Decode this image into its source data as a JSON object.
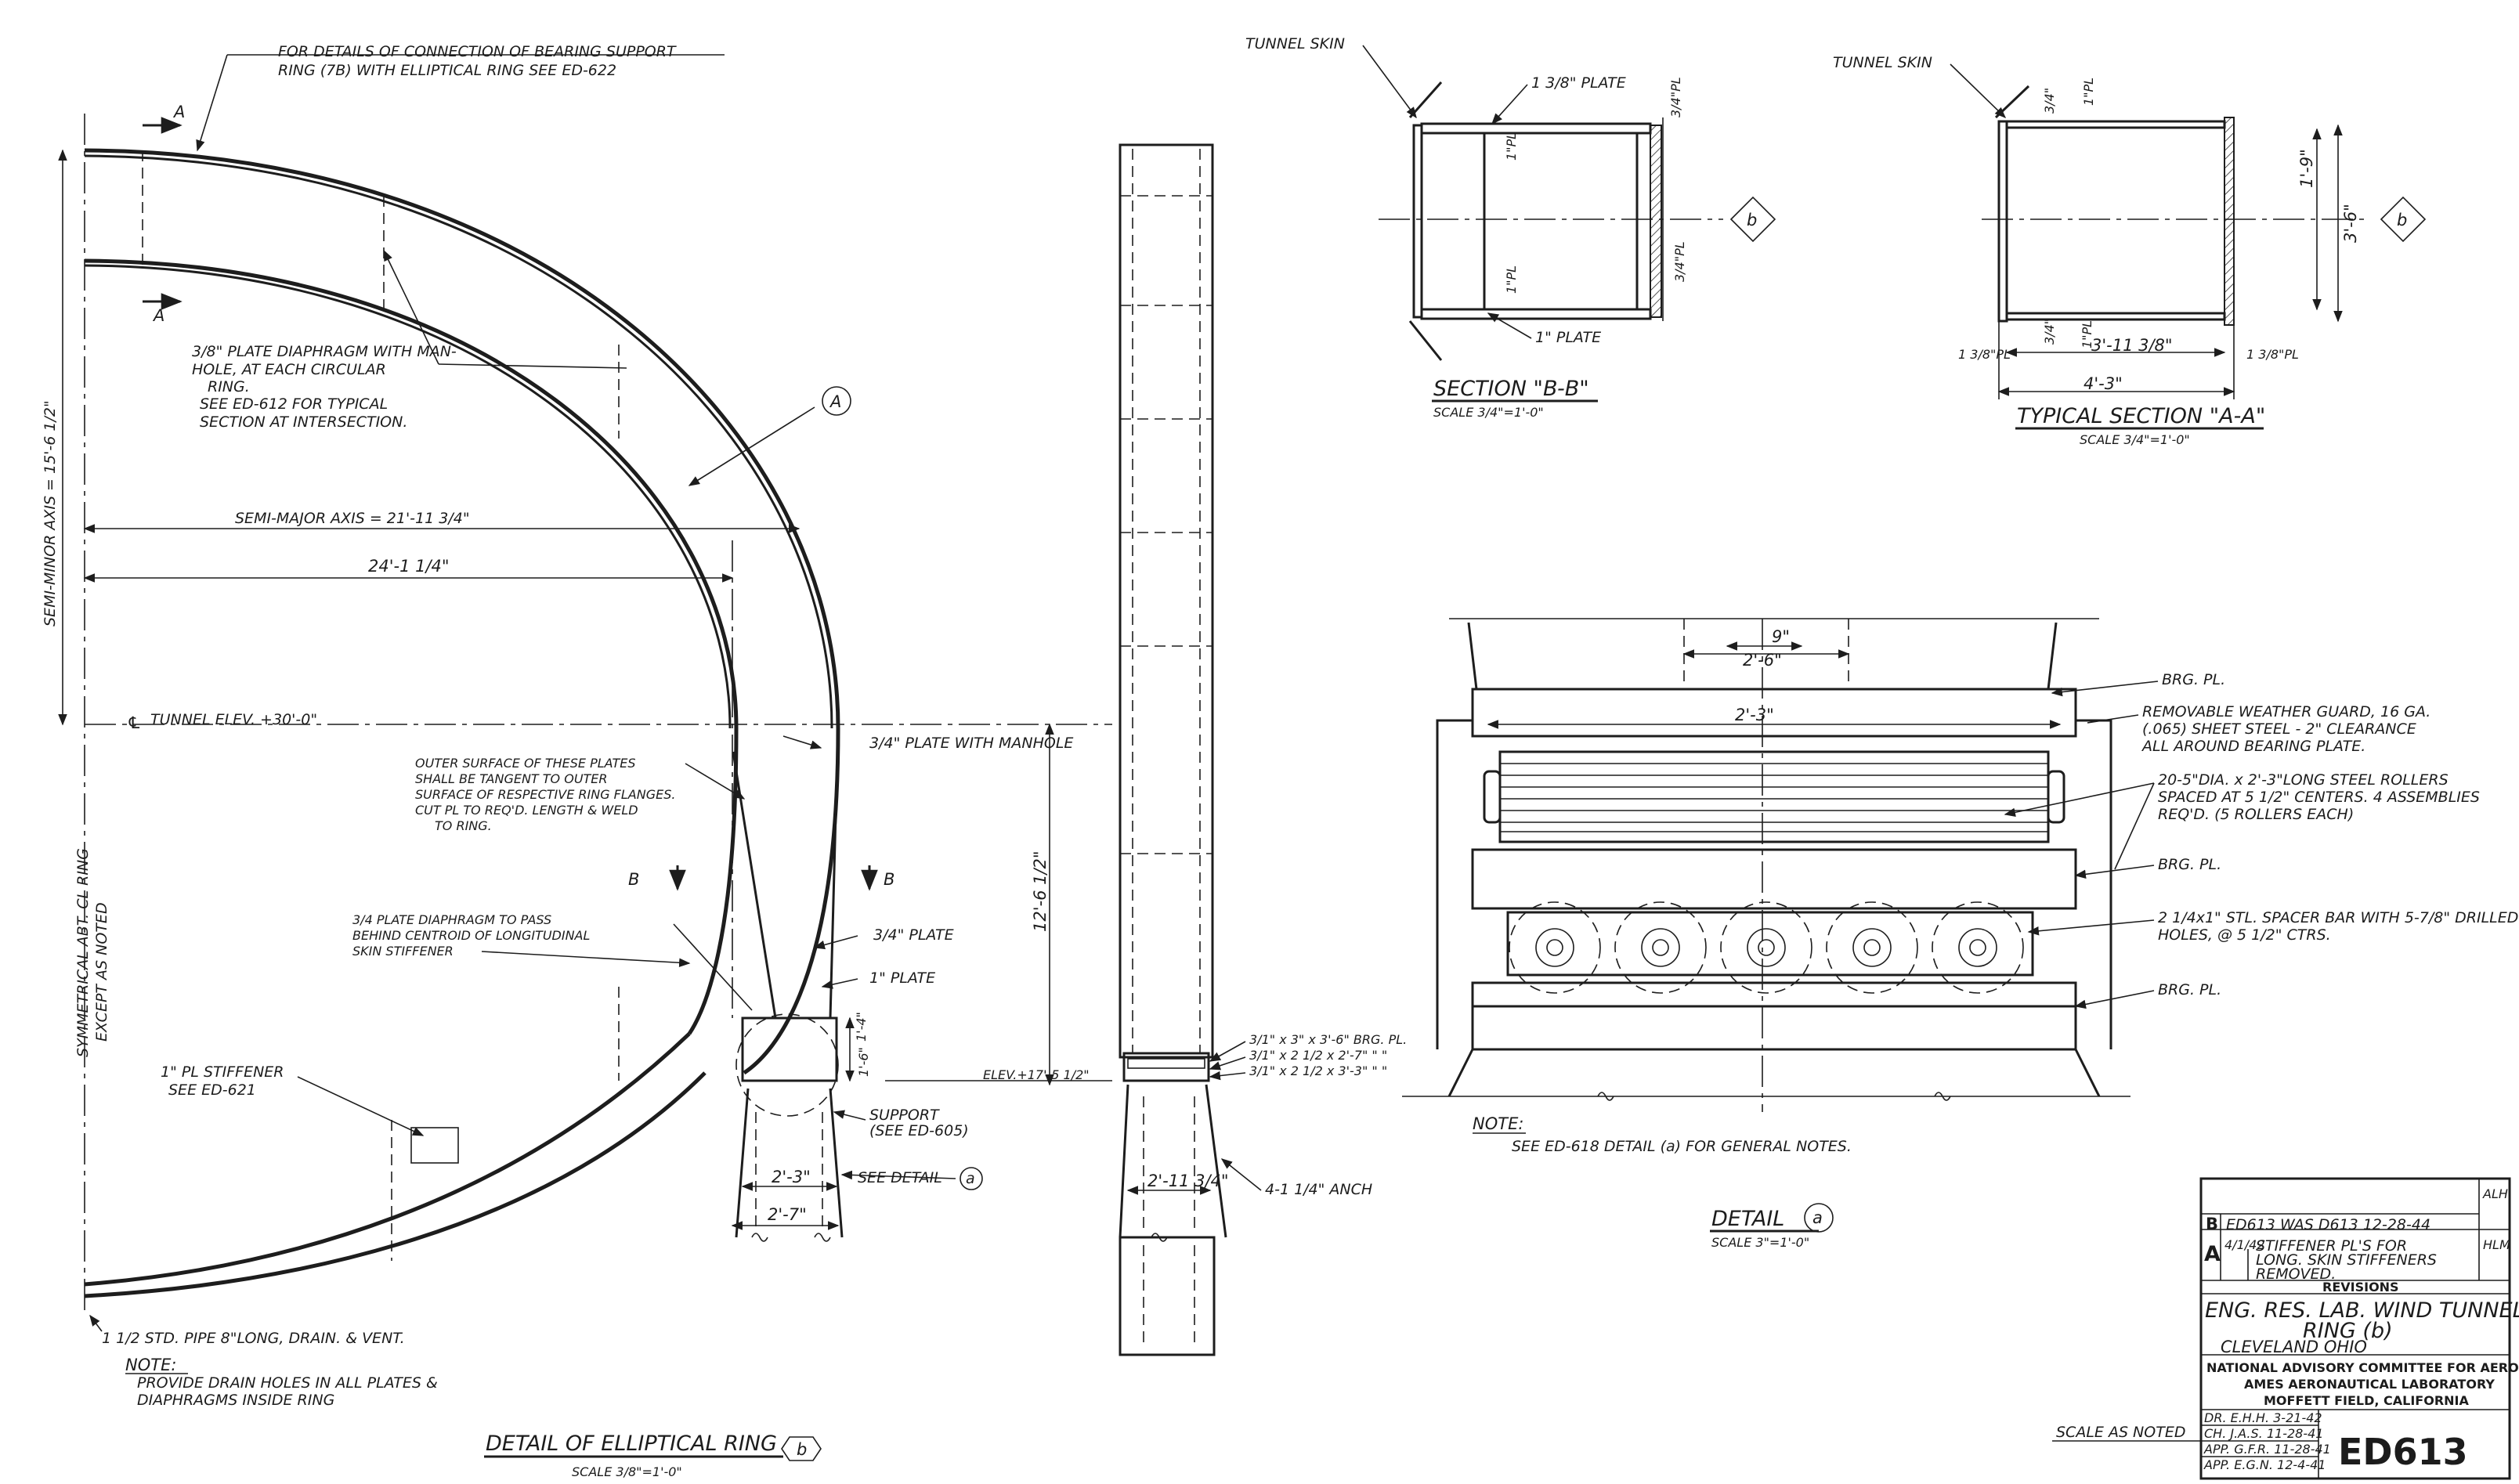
{
  "elliptical_ring": {
    "note_connection": [
      "FOR DETAILS OF CONNECTION OF BEARING SUPPORT",
      "RING (7B) WITH ELLIPTICAL RING  SEE ED-622"
    ],
    "section_marks": [
      "A",
      "A",
      "B",
      "B"
    ],
    "ring_label": "A",
    "diaphragm_note": [
      "3/8\" PLATE DIAPHRAGM WITH MAN-",
      "HOLE, AT EACH CIRCULAR",
      "RING.",
      "SEE ED-612 FOR TYPICAL",
      "SECTION AT INTERSECTION."
    ],
    "semi_minor": "SEMI-MINOR AXIS = 15'-6 1/2\"",
    "semi_major": "SEMI-MAJOR AXIS = 21'-11 3/4\"",
    "dim_24": "24'-1 1/4\"",
    "tunnel_elev": "TUNNEL ELEV. +30'-0\"",
    "manhole_plate": "3/4\" PLATE WITH MANHOLE",
    "outer_surface_note": [
      "OUTER SURFACE OF THESE PLATES",
      "SHALL BE TANGENT TO OUTER",
      "SURFACE OF RESPECTIVE RING FLANGES.",
      "CUT PL TO REQ'D. LENGTH & WELD",
      "TO RING."
    ],
    "symmetrical_note": [
      "SYMMETRICAL ABT. CL RING",
      "EXCEPT AS NOTED"
    ],
    "diaphragm2_note": [
      "3/4 PLATE DIAPHRAGM TO PASS",
      "BEHIND CENTROID OF LONGITUDINAL",
      "SKIN STIFFENER"
    ],
    "plate_34": "3/4\" PLATE",
    "plate_1": "1\" PLATE",
    "stiffener": [
      "1\" PL STIFFENER",
      "SEE ED-621"
    ],
    "support": [
      "SUPPORT",
      "(SEE ED-605)"
    ],
    "see_detail": "SEE DETAIL",
    "detail_ref": "a",
    "dim_23": "2'-3\"",
    "dim_27": "2'-7\"",
    "dim_1_4": "1'-4\"",
    "dim_1_6": "1'-6\"",
    "dim_12_6": "12'-6 1/2\"",
    "elev": "ELEV.+17'-5 1/2\"",
    "pipe_note": "1 1/2 STD. PIPE 8\"LONG, DRAIN. & VENT.",
    "note_head": "NOTE:",
    "note_body": [
      "PROVIDE DRAIN HOLES IN ALL PLATES &",
      "DIAPHRAGMS INSIDE RING"
    ],
    "title": "DETAIL OF ELLIPTICAL RING",
    "title_ref": "b",
    "scale": "SCALE 3/8\"=1'-0\""
  },
  "side_view": {
    "brg_pl": "3/1\" x 3\" x 3'-6\" BRG. PL.",
    "ang1": "3/1\" x 2 1/2 x 2'-7\"  \"   \"",
    "ang2": "3/1\" x 2 1/2 x 3'-3\"  \"   \"",
    "dim_2_11": "2'-11 3/4\"",
    "anch": "4-1 1/4\" ANCH"
  },
  "section_bb": {
    "tunnel_skin": "TUNNEL SKIN",
    "plate_138": "1 3/8\" PLATE",
    "plate_1": "1\" PLATE",
    "pl_1a": "1\"PL",
    "pl_1b": "1\"PL",
    "pl_34a": "3/4\"PL",
    "pl_34b": "3/4\"PL",
    "marker": "b",
    "title": "SECTION \"B-B\"",
    "scale": "SCALE 3/4\"=1'-0\""
  },
  "section_aa": {
    "tunnel_skin": "TUNNEL SKIN",
    "pl_top": "1\"PL",
    "dim_34": "3/4\"",
    "dim_19": "1'-9\"",
    "dim_36": "3'-6\"",
    "marker": "b",
    "dim_1_38": "1 3/8\"PL",
    "dim_1pl": "1\"PL",
    "dim_3_11": "3'-11 3/8\"",
    "dim_1_38b": "1 3/8\"PL",
    "dim_4_3": "4'-3\"",
    "dim_34b": "3/4\"",
    "title": "TYPICAL SECTION \"A-A\"",
    "scale": "SCALE 3/4\"=1'-0\""
  },
  "detail_a": {
    "dim_26": "2'-6\"",
    "dim_9": "9\"",
    "dim_23": "2'-3\"",
    "brg_pl_1": "BRG. PL.",
    "guard_note": [
      "REMOVABLE WEATHER GUARD, 16 GA.",
      "(.065) SHEET STEEL - 2\" CLEARANCE",
      "ALL AROUND BEARING PLATE."
    ],
    "roller_note": [
      "20-5\"DIA. x 2'-3\"LONG STEEL ROLLERS",
      "SPACED AT 5 1/2\" CENTERS. 4 ASSEMBLIES",
      "REQ'D. (5 ROLLERS EACH)"
    ],
    "brg_pl_2": "BRG. PL.",
    "spacer_note": [
      "2 1/4x1\" STL. SPACER BAR WITH 5-7/8\" DRILLED",
      "HOLES, @ 5 1/2\" CTRS."
    ],
    "brg_pl_3": "BRG. PL.",
    "note_head": "NOTE:",
    "note_body": "SEE ED-618 DETAIL (a) FOR GENERAL NOTES.",
    "title": "DETAIL",
    "title_ref": "a",
    "scale": "SCALE 3\"=1'-0\""
  },
  "title_block": {
    "rev_b_letter": "B",
    "rev_b_text": "ED613 WAS D613   12-28-44",
    "rev_b_init": "ALH",
    "rev_a_letter": "A",
    "rev_a_date": "4/1/42",
    "rev_a_text": [
      "STIFFENER PL'S FOR",
      "LONG. SKIN STIFFENERS",
      "REMOVED."
    ],
    "rev_a_init": "HLM",
    "revisions": "REVISIONS",
    "project": [
      "ENG. RES. LAB. WIND TUNNEL",
      "RING (b)"
    ],
    "location": "CLEVELAND          OHIO",
    "org1": "NATIONAL ADVISORY COMMITTEE FOR AERONAUTICS",
    "org2": "AMES AERONAUTICAL LABORATORY",
    "org3": "MOFFETT FIELD, CALIFORNIA",
    "sig_rows": [
      "DR. E.H.H.   3-21-42",
      "CH. J.A.S.   11-28-41",
      "APP. G.F.R.   11-28-41",
      "APP. E.G.N.   12-4-41"
    ],
    "scale": "SCALE AS NOTED",
    "number": "ED613"
  }
}
